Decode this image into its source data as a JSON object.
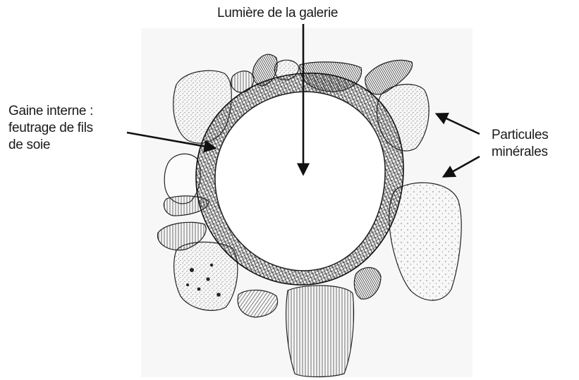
{
  "labels": {
    "lumen": "Lumière de la galerie",
    "inner_sheath": [
      "Gaine interne :",
      "feutrage de fils",
      "de soie"
    ],
    "mineral_particles": [
      "Particules",
      "minérales"
    ]
  },
  "colors": {
    "ink": "#1a1a1a",
    "paper": "#ffffff",
    "frame": "#f7f7f7"
  }
}
